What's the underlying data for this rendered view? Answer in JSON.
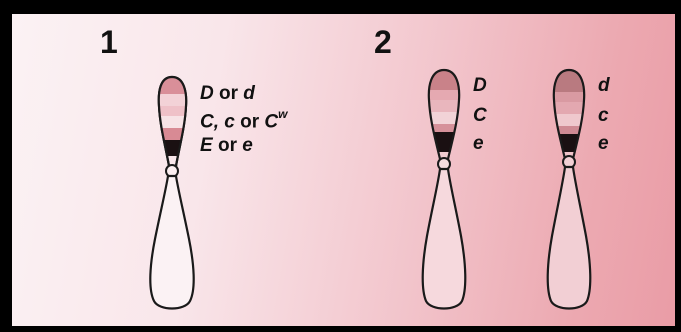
{
  "panels": [
    {
      "number": "1"
    },
    {
      "number": "2"
    }
  ],
  "chromosome_1": {
    "labels": {
      "row1": {
        "a": "D",
        "or": "or",
        "b": "d"
      },
      "row2": {
        "a": "C, c",
        "or": "or",
        "b": "C",
        "sup": "w"
      },
      "row3": {
        "a": "E",
        "or": "or",
        "b": "e"
      }
    }
  },
  "chromosome_2a": {
    "labels": [
      "D",
      "C",
      "e"
    ]
  },
  "chromosome_2b": {
    "labels": [
      "d",
      "c",
      "e"
    ]
  },
  "colors": {
    "band_top": "#d98f99",
    "band_mid": "#f0c2c8",
    "band_low": "#d88a94",
    "band_dark": "#1a1012",
    "outline": "#1a1a1a",
    "border": "#000000"
  }
}
